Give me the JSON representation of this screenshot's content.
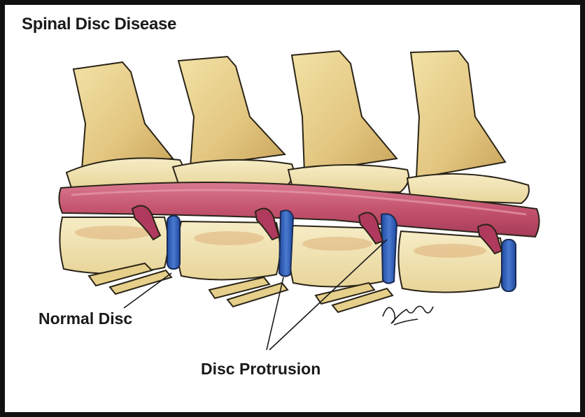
{
  "title": "Spinal Disc Disease",
  "labels": {
    "normal_disc": "Normal Disc",
    "disc_protrusion": "Disc Protrusion"
  },
  "colors": {
    "bone": "#e6cf8a",
    "bone_shadow": "#c9a962",
    "vertebral_body": "#f3e6b6",
    "spinal_cord": "#c4536e",
    "nerve_root": "#b03a5e",
    "disc": "#2f5fb8",
    "outline": "#2a2418"
  },
  "icons": {
    "artist_signature": "signature-icon"
  }
}
